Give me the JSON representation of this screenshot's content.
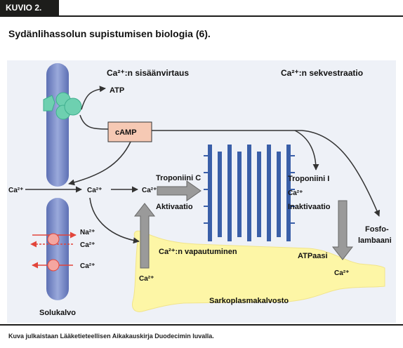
{
  "figure": {
    "tag": "KUVIO 2.",
    "title": "Sydänlihassolun supistumisen biologia (6).",
    "credit": "Kuva julkaistaan Lääketieteellisen Aikakauskirja Duodecimin luvalla."
  },
  "labels": {
    "ca_influx": "Ca²⁺:n sisäänvirtaus",
    "ca_sequestration": "Ca²⁺:n sekvestraatio",
    "atp": "ATP",
    "camp": "cAMP",
    "ca_outside": "Ca²⁺",
    "ca_cytosol": "Ca²⁺",
    "ca_troponin_c": "Ca²⁺",
    "troponin_c": "Troponiini C",
    "activation": "Aktivaatio",
    "troponin_i": "Troponiini I",
    "ca_troponin_i": "Ca²⁺",
    "inactivation": "Inaktivaatio",
    "phospholamban": [
      "Fosfo-",
      "lambaani"
    ],
    "na_exchanger": "Na²⁺",
    "ca_exchanger": "Ca²⁺",
    "ca_pump": "Ca²⁺",
    "ca_release": "Ca²⁺:n vapautuminen",
    "ca_sr_left": "Ca²⁺",
    "atpase": "ATPaasi",
    "ca_sr_right": "Ca²⁺",
    "sarcolemma": "Solukalvo",
    "sarcoplasmic_reticulum": "Sarkoplasmakalvosto"
  },
  "colors": {
    "panel_bg": "#eef1f7",
    "membrane": "#7f8fc8",
    "channel": "#6ed0b0",
    "camp_box": "#f6c9b4",
    "sarcoplasmic_reticulum": "#fdf6a6",
    "myofilament": "#3a5fa8",
    "transport_arrow": "#e2453b",
    "block_arrow": "#9a9a9a"
  }
}
